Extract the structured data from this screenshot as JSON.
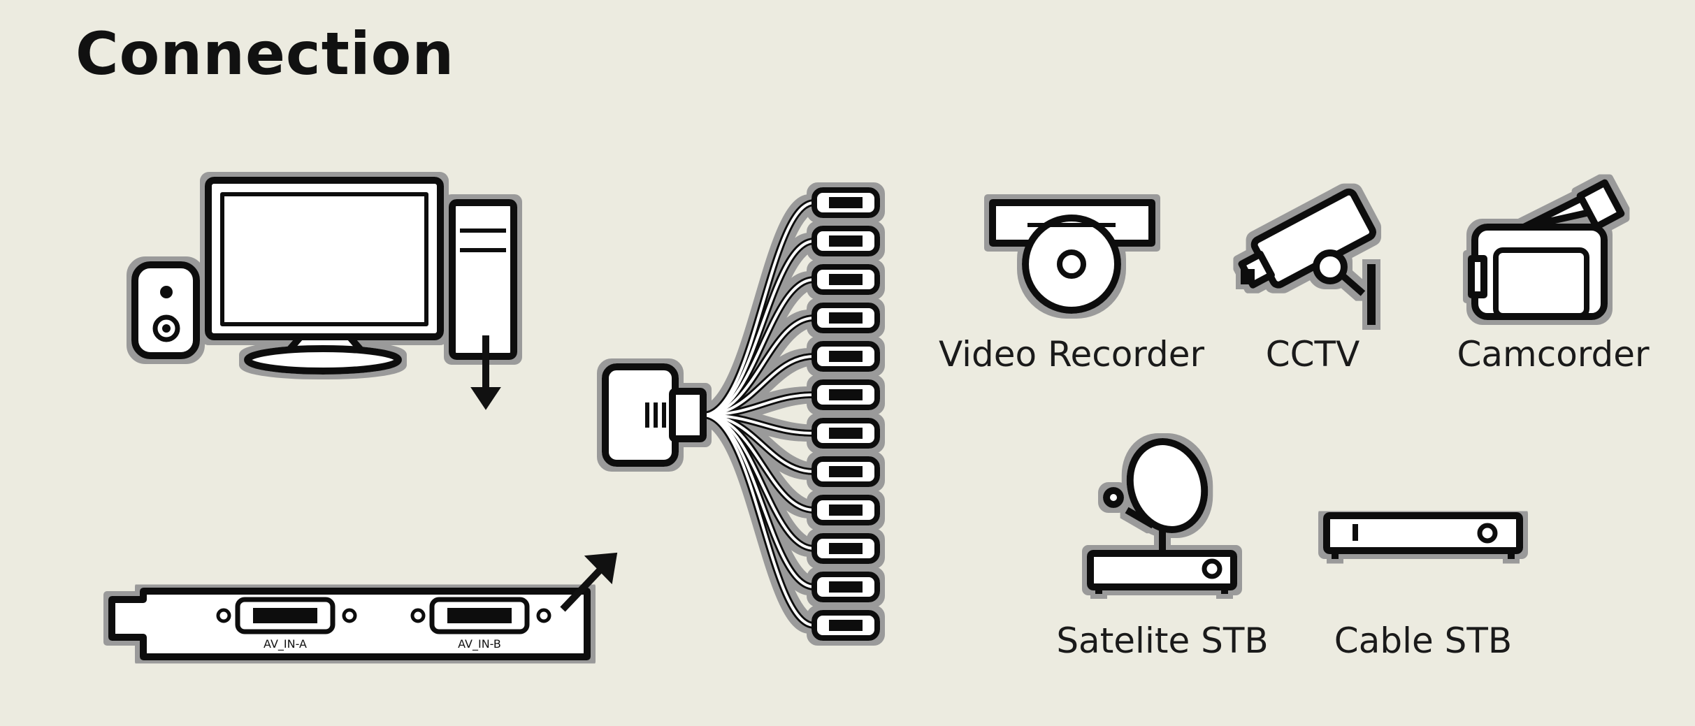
{
  "title": "Connection",
  "devices": {
    "video_recorder": "Video Recorder",
    "cctv": "CCTV",
    "camcorder": "Camcorder",
    "satelite_stb": "Satelite STB",
    "cable_stb": "Cable STB"
  },
  "card": {
    "port_a": "AV_IN-A",
    "port_b": "AV_IN-B"
  },
  "colors": {
    "background": "#ecebe0",
    "ink": "#111111",
    "halo": "#9a9a9a"
  }
}
